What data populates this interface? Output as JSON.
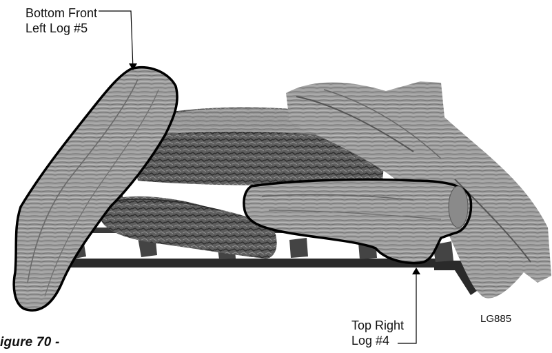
{
  "callouts": {
    "log5": {
      "line1": "Bottom Front",
      "line2": "Left Log #5"
    },
    "log4": {
      "line1": "Top Right",
      "line2": "Log #4"
    }
  },
  "model_code": "LG885",
  "figure_caption": "igure 70 -",
  "colors": {
    "log_light": "#9a9a9a",
    "log_mid": "#7d7d7d",
    "log_dark": "#4a4a4a",
    "grate": "#2a2a2a",
    "outline": "#000000"
  }
}
